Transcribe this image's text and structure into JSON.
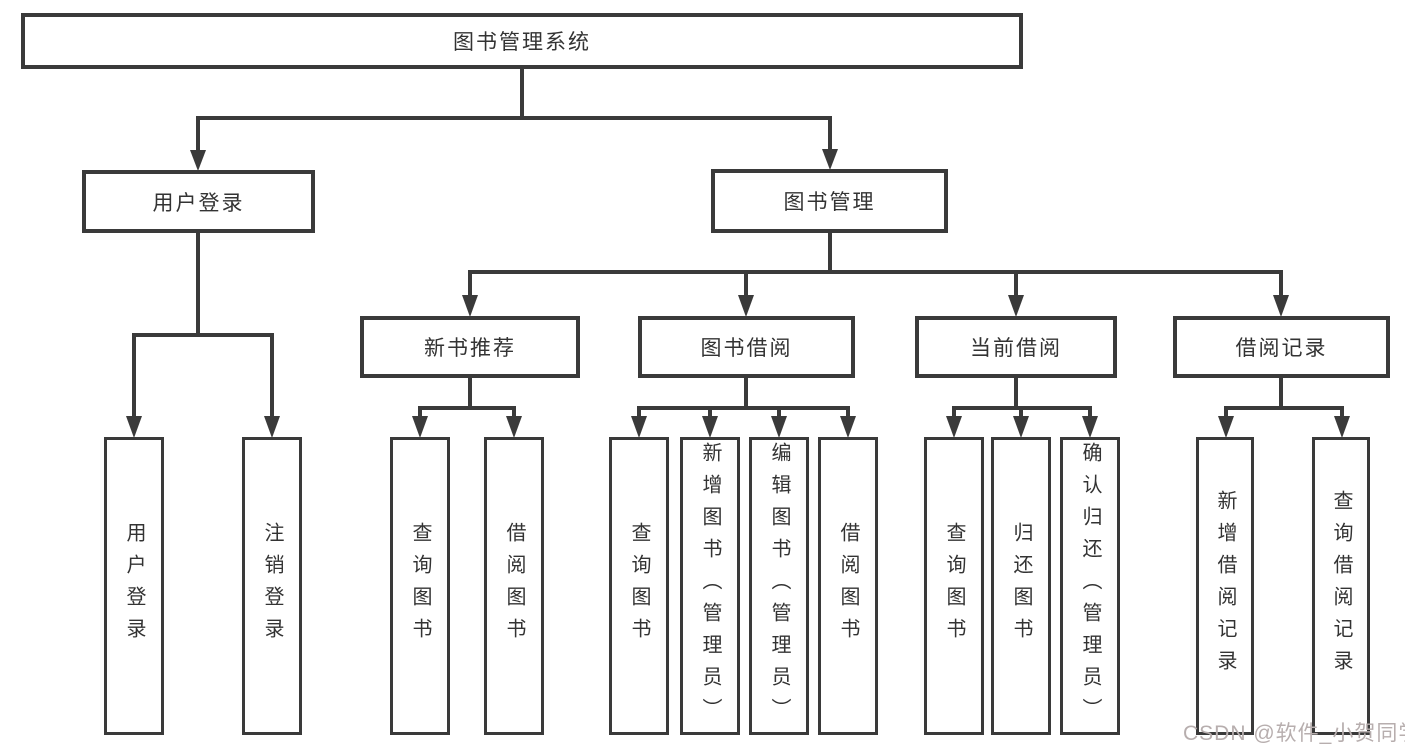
{
  "diagram_title": "图书管理系统",
  "nodes": {
    "root": "图书管理系统",
    "branch_user_login": "用户登录",
    "branch_book_mgmt": "图书管理",
    "module_new_book_rec": "新书推荐",
    "module_book_borrow": "图书借阅",
    "module_current_borrow": "当前借阅",
    "module_borrow_records": "借阅记录",
    "leaf_user_login": "用户登录",
    "leaf_logout": "注销登录",
    "leaf_nbr_query_books": "查询图书",
    "leaf_nbr_borrow_books": "借阅图书",
    "leaf_bb_query_books": "查询图书",
    "leaf_bb_add_books": "新增图书（管理员）",
    "leaf_bb_edit_books": "编辑图书（管理员）",
    "leaf_bb_borrow_books": "借阅图书",
    "leaf_cb_query_books": "查询图书",
    "leaf_cb_return_books": "归还图书",
    "leaf_cb_confirm_return": "确认归还（管理员）",
    "leaf_br_add_record": "新增借阅记录",
    "leaf_br_query_record": "查询借阅记录"
  },
  "watermark": "CSDN @软件_小贺同学",
  "colors": {
    "line": "#3a3a3a",
    "box_border": "#3a3a3a",
    "box_fill": "#ffffff",
    "text": "#333333",
    "watermark": "#b7aeae"
  }
}
